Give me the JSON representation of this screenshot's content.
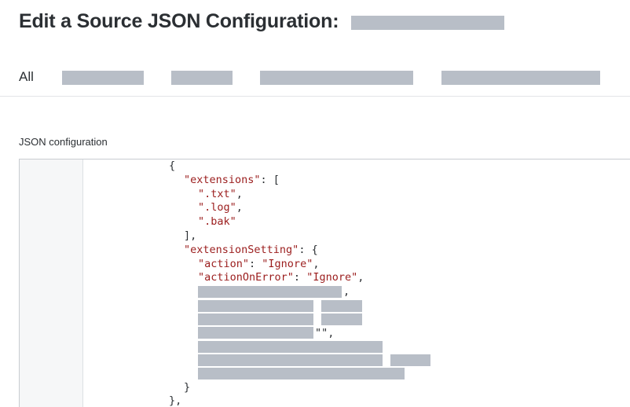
{
  "header": {
    "title": "Edit a Source JSON Configuration:"
  },
  "tabs": {
    "all_label": "All"
  },
  "editor": {
    "label": "JSON configuration",
    "lines": {
      "open_brace": "{",
      "extensions_key": "\"extensions\"",
      "colon_bracket": ": [",
      "ext_txt": "\".txt\"",
      "ext_log": "\".log\"",
      "ext_bak": "\".bak\"",
      "comma": ",",
      "close_bracket_comma": "],",
      "extension_setting_key": "\"extensionSetting\"",
      "colon_brace": ": {",
      "action_key": "\"action\"",
      "action_value": "\"Ignore\"",
      "action_on_error_key": "\"actionOnError\"",
      "action_on_error_value": "\"Ignore\"",
      "colon_space": ": ",
      "empty_quotes_comma": "\"\",",
      "close_brace": "}",
      "close_brace_comma": "},"
    }
  }
}
